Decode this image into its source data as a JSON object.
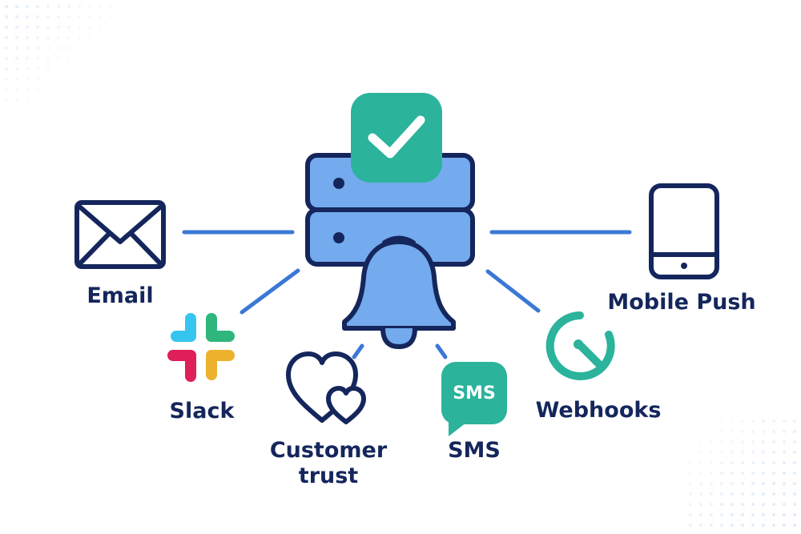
{
  "colors": {
    "navy": "#14265c",
    "server_fill": "#74aaee",
    "line_blue": "#3b78d6",
    "check_green": "#2bb39c",
    "dots": "#e3eef9",
    "slack_red": "#e01e5a",
    "slack_blue": "#36c5f0",
    "slack_green": "#2eb67d",
    "slack_yellow": "#ecb22e"
  },
  "nodes": {
    "email": {
      "label": "Email",
      "icon": "envelope-icon"
    },
    "mobile_push": {
      "label": "Mobile Push",
      "icon": "mobile-phone-icon"
    },
    "slack": {
      "label": "Slack",
      "icon": "slack-logo-icon"
    },
    "customer_trust": {
      "label_line1": "Customer",
      "label_line2": "trust",
      "icon": "hearts-icon"
    },
    "sms": {
      "label": "SMS",
      "icon_text": "SMS",
      "icon": "sms-bubble-icon"
    },
    "webhooks": {
      "label": "Webhooks",
      "icon": "webhook-icon"
    }
  },
  "center": {
    "icons": [
      "server-icon",
      "bell-icon",
      "checkmark-icon"
    ]
  }
}
